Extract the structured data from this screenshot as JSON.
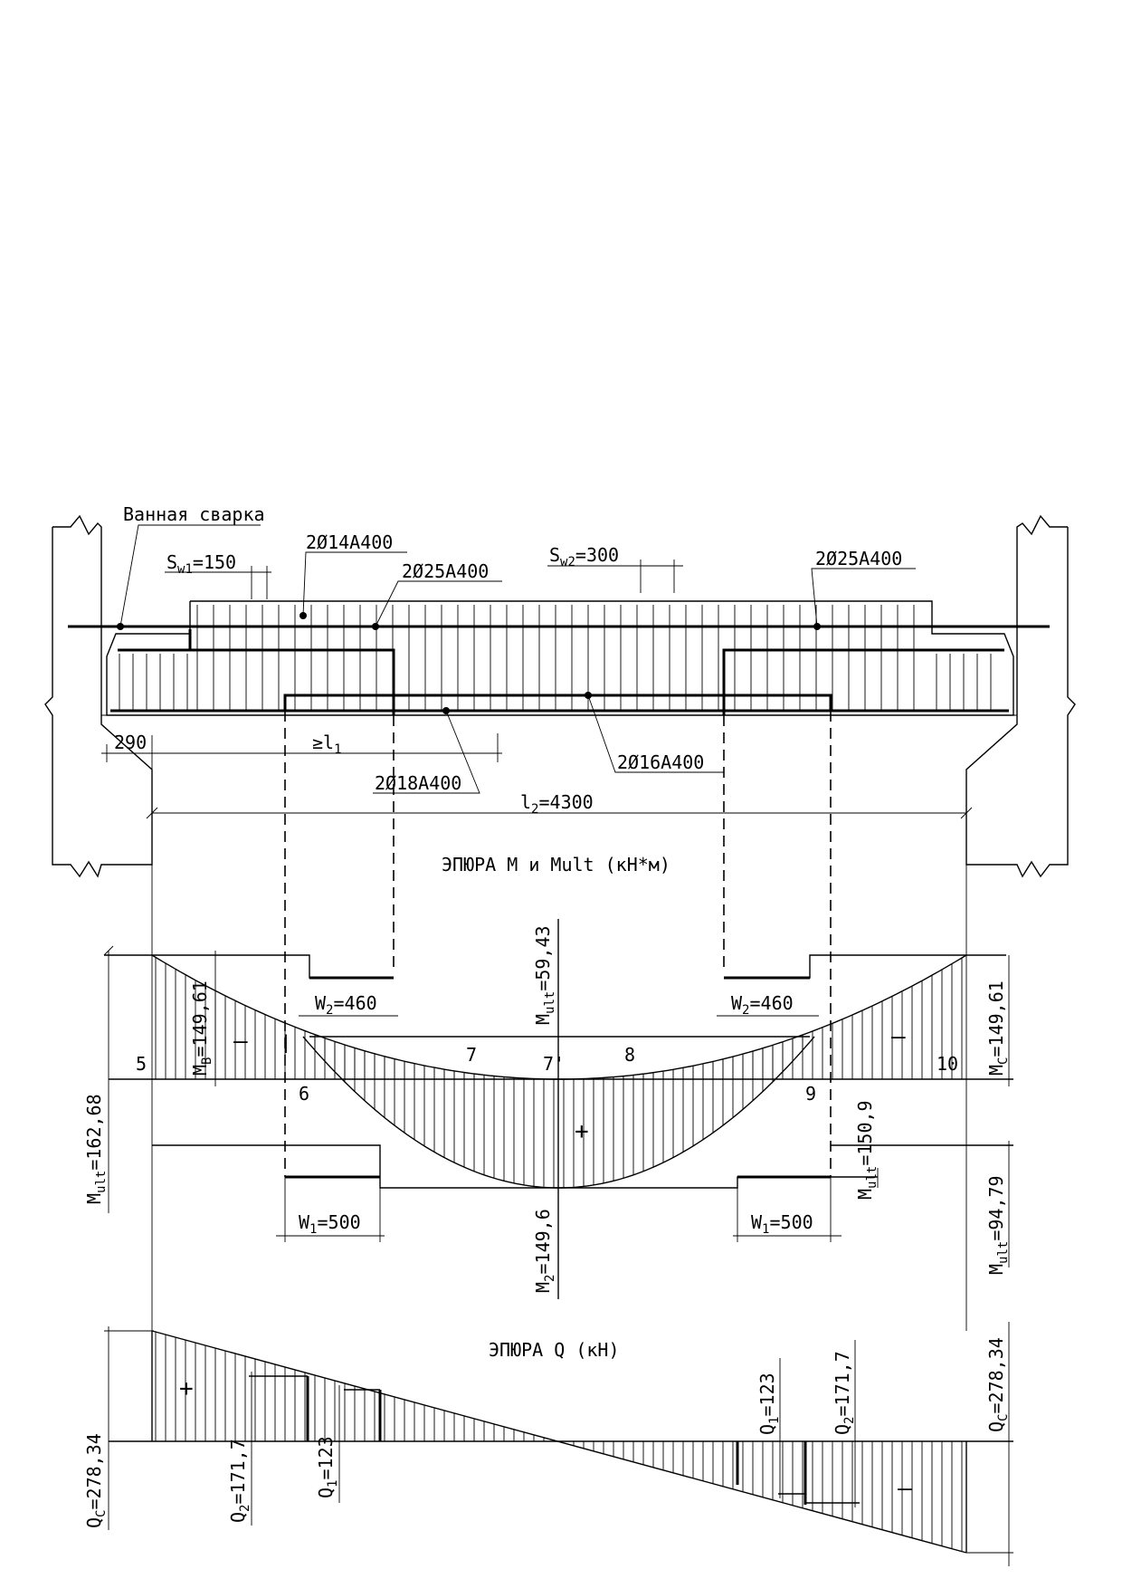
{
  "beam": {
    "weld_label": "Ванная сварка",
    "sw1": "S",
    "sw1_sub": "w1",
    "sw1_val": "=150",
    "sw2": "S",
    "sw2_sub": "w2",
    "sw2_val": "=300",
    "bar_2d14": "2Ø14А400",
    "bar_2d25_left": "2Ø25А400",
    "bar_2d25_right": "2Ø25А400",
    "bar_2d18": "2Ø18А400",
    "bar_2d16": "2Ø16А400",
    "dim_290": "290",
    "dim_l1": "≥l",
    "dim_l1_sub": "1",
    "dim_l2": "l",
    "dim_l2_sub": "2",
    "dim_l2_val": "=4300"
  },
  "moment_diagram": {
    "title": "ЭПЮРА М и Mult (кН*м)",
    "w2_left": "W",
    "w2_left_sub": "2",
    "w2_left_val": "=460",
    "w2_right": "W",
    "w2_right_sub": "2",
    "w2_right_val": "=460",
    "w1_left": "W",
    "w1_left_sub": "1",
    "w1_left_val": "=500",
    "w1_right": "W",
    "w1_right_sub": "1",
    "w1_right_val": "=500",
    "mb": "M",
    "mb_sub": "B",
    "mb_val": "=149,61",
    "mc": "M",
    "mc_sub": "C",
    "mc_val": "=149,61",
    "mult_top": "M",
    "mult_top_sub": "ult",
    "mult_top_val": "=59,43",
    "m2": "M",
    "m2_sub": "2",
    "m2_val": "=149,6",
    "mult_left": "M",
    "mult_left_sub": "ult",
    "mult_left_val": "=162,68",
    "mult_mid_right": "M",
    "mult_mid_right_sub": "ult",
    "mult_mid_right_val": "=150,9",
    "mult_right": "M",
    "mult_right_sub": "ult",
    "mult_right_val": "=94,79",
    "points": [
      "5",
      "6",
      "7",
      "7'",
      "8",
      "9",
      "10"
    ],
    "sign_plus": "+",
    "sign_minus_left": "–",
    "sign_minus_right": "–",
    "sign_minus_small": "|"
  },
  "shear_diagram": {
    "title": "ЭПЮРА Q (кН)",
    "qc_left": "Q",
    "qc_left_sub": "C",
    "qc_left_val": "=278,34",
    "qc_right": "Q",
    "qc_right_sub": "C",
    "qc_right_val": "=278,34",
    "q2_left": "Q",
    "q2_left_sub": "2",
    "q2_left_val": "=171,7",
    "q1_left": "Q",
    "q1_left_sub": "1",
    "q1_left_val": "=123",
    "q1_right": "Q",
    "q1_right_sub": "1",
    "q1_right_val": "=123",
    "q2_right": "Q",
    "q2_right_sub": "2",
    "q2_right_val": "=171,7",
    "sign_plus": "+",
    "sign_minus": "–"
  }
}
